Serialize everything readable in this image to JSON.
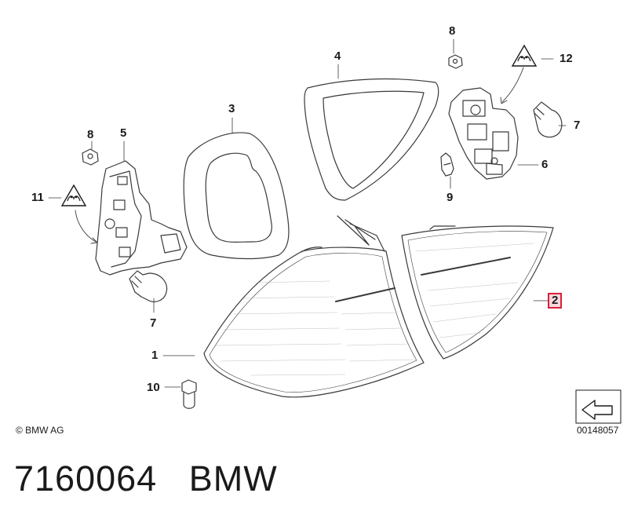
{
  "callouts": [
    {
      "id": "1",
      "text": "1"
    },
    {
      "id": "2",
      "text": "2"
    },
    {
      "id": "3",
      "text": "3"
    },
    {
      "id": "4",
      "text": "4"
    },
    {
      "id": "5",
      "text": "5"
    },
    {
      "id": "6",
      "text": "6"
    },
    {
      "id": "7a",
      "text": "7"
    },
    {
      "id": "7b",
      "text": "7"
    },
    {
      "id": "8a",
      "text": "8"
    },
    {
      "id": "8b",
      "text": "8"
    },
    {
      "id": "9",
      "text": "9"
    },
    {
      "id": "10",
      "text": "10"
    },
    {
      "id": "11",
      "text": "11"
    },
    {
      "id": "12",
      "text": "12"
    }
  ],
  "highlighted_callout": "2",
  "copyright": "© BMW AG",
  "reference_number": "00148057",
  "caption": {
    "part_number": "7160064",
    "brand": "BMW"
  },
  "colors": {
    "line": "#3a3a3a",
    "highlight_border": "#d8203a",
    "highlight_fill": "#f6d7db"
  },
  "icons": [
    "caution-triangle-icon",
    "direction-arrow-icon"
  ]
}
